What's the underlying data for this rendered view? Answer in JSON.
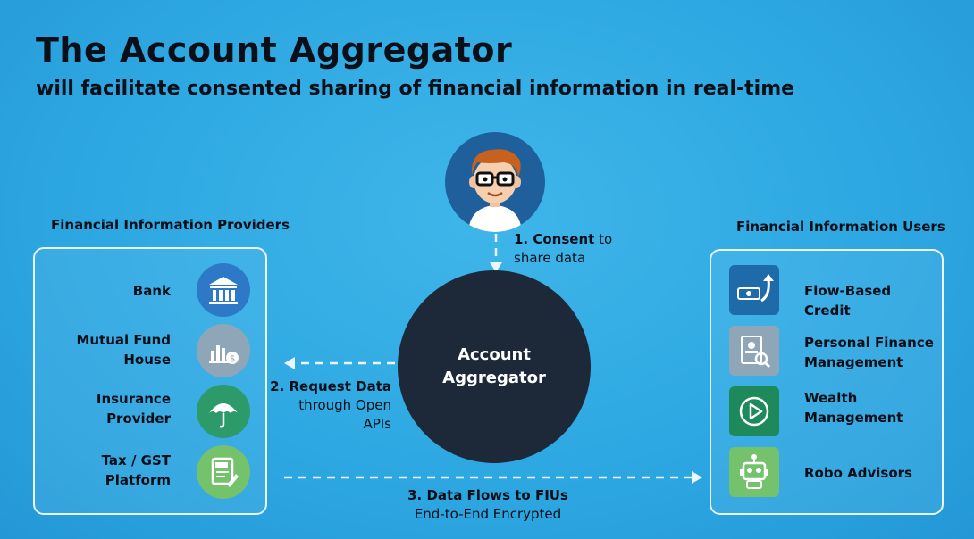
{
  "title": "The Account Aggregator",
  "subtitle": "will facilitate consented sharing of financial information in real-time",
  "providers": {
    "heading": "Financial Information Providers",
    "items": [
      {
        "line1": "Bank",
        "line2": "",
        "icon": "bank-icon"
      },
      {
        "line1": "Mutual Fund",
        "line2": "House",
        "icon": "fund-chart-icon"
      },
      {
        "line1": "Insurance",
        "line2": "Provider",
        "icon": "umbrella-icon"
      },
      {
        "line1": "Tax / GST",
        "line2": "Platform",
        "icon": "gst-document-icon"
      }
    ]
  },
  "users": {
    "heading": "Financial Information Users",
    "items": [
      {
        "line1": "Flow-Based Credit",
        "line2": "",
        "icon": "money-growth-icon"
      },
      {
        "line1": "Personal Finance",
        "line2": "Management",
        "icon": "profile-search-icon"
      },
      {
        "line1": "Wealth",
        "line2": "Management",
        "icon": "play-icon"
      },
      {
        "line1": "Robo Advisors",
        "line2": "",
        "icon": "robot-icon"
      }
    ]
  },
  "center": {
    "line1": "Account",
    "line2": "Aggregator"
  },
  "steps": {
    "consent": {
      "bold": "1. Consent",
      "rest": " to",
      "line2": "share data"
    },
    "request": {
      "bold": "2. Request Data",
      "line2": "through Open APIs"
    },
    "flow": {
      "bold": "3. Data Flows to FIUs",
      "line2": "End-to-End Encrypted"
    }
  },
  "colors": {
    "background": "#2ea8e2",
    "bank": "#2d79c7",
    "fund": "#8fa6b8",
    "insurance": "#2d9a6a",
    "gst": "#75c26d",
    "credit": "#1f6aa8",
    "pfm": "#8fa6b8",
    "wealth": "#1e8a5c",
    "robo": "#75c26d",
    "center": "#1d2838"
  }
}
